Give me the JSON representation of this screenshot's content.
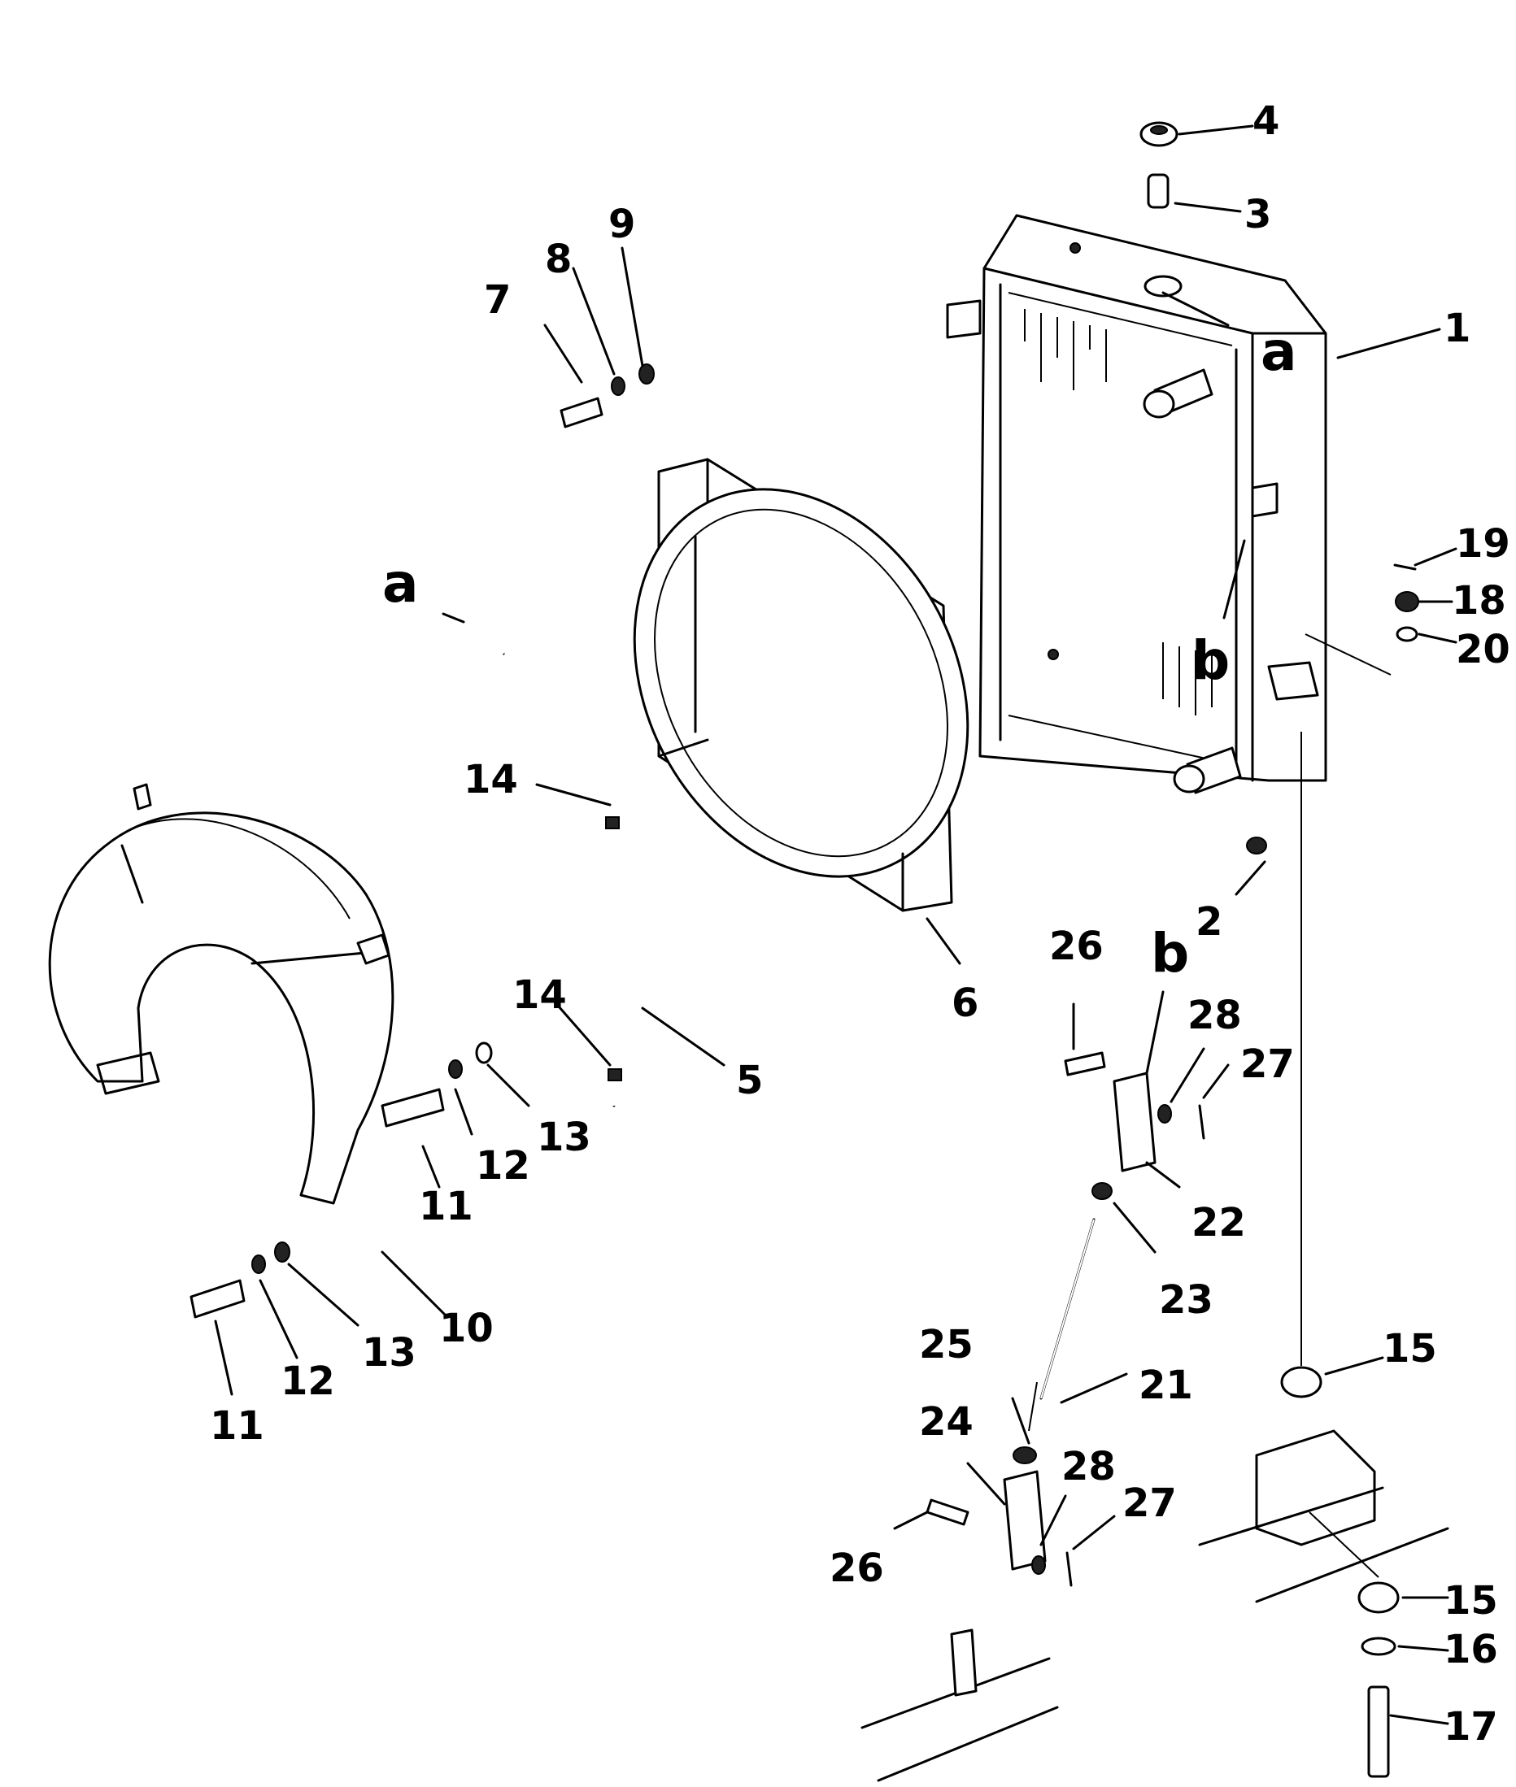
{
  "callouts": {
    "c1": "1",
    "c2": "2",
    "c3": "3",
    "c4": "4",
    "c5": "5",
    "c6": "6",
    "c7": "7",
    "c8": "8",
    "c9": "9",
    "c10": "10",
    "c11a": "11",
    "c11b": "11",
    "c12a": "12",
    "c12b": "12",
    "c13a": "13",
    "c13b": "13",
    "c14a": "14",
    "c14b": "14",
    "c15a": "15",
    "c15b": "15",
    "c16": "16",
    "c17": "17",
    "c18": "18",
    "c19": "19",
    "c20": "20",
    "c21": "21",
    "c22": "22",
    "c23": "23",
    "c24": "24",
    "c25": "25",
    "c26a": "26",
    "c26b": "26",
    "c27a": "27",
    "c27b": "27",
    "c28a": "28",
    "c28b": "28"
  },
  "refs": {
    "a_left": "a",
    "a_right": "a",
    "b_upper": "b",
    "b_lower": "b"
  }
}
